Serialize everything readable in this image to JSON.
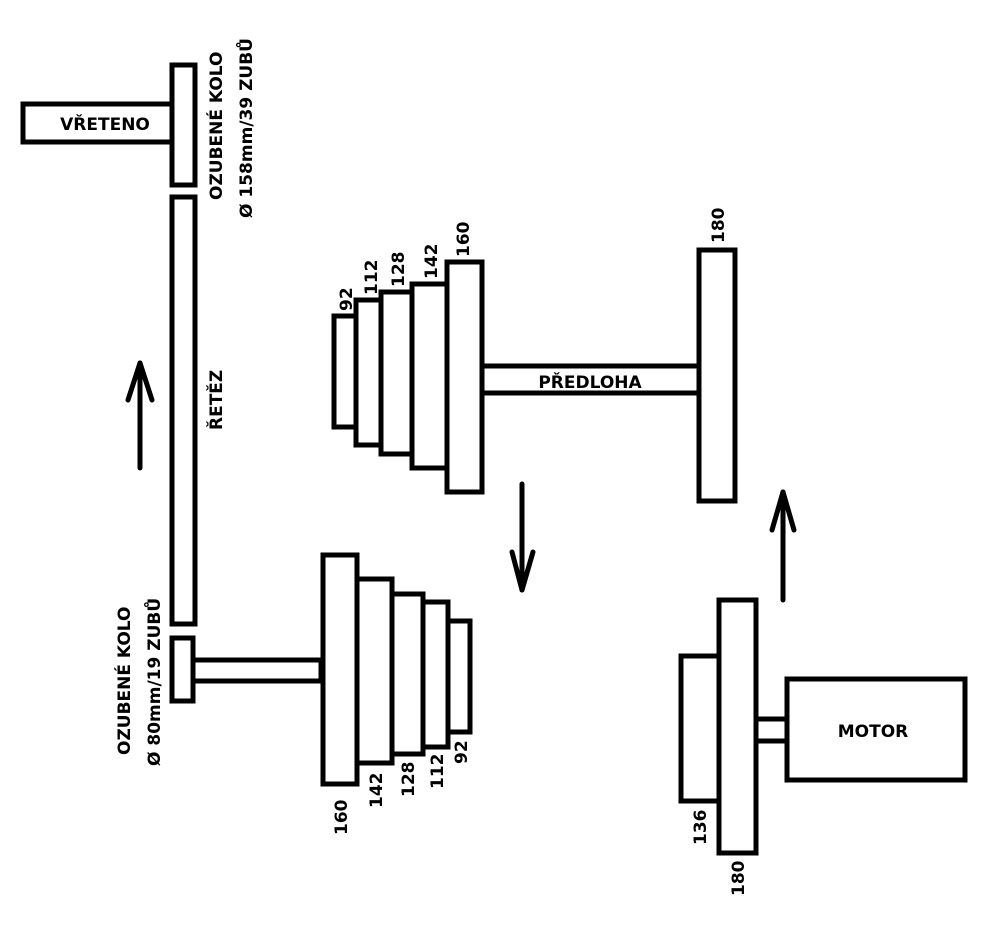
{
  "diagram": {
    "spindle": {
      "label": "VŘETENO",
      "gear_label_line1": "OZUBENÉ KOLO",
      "gear_label_line2": "Ø 158mm/39 ZUBŮ"
    },
    "chain": {
      "label": "ŘETĚZ",
      "direction": "up"
    },
    "lower_gear": {
      "label_line1": "OZUBENÉ KOLO",
      "label_line2": "Ø 80mm/19 ZUBŮ"
    },
    "countershaft": {
      "label": "PŘEDLOHA",
      "stepped_pulley_diameters": [
        "92",
        "112",
        "128",
        "142",
        "160"
      ],
      "large_pulley_diameter": "180"
    },
    "lower_stepped_pulley": {
      "diameters": [
        "160",
        "142",
        "128",
        "112",
        "92"
      ],
      "direction": "down"
    },
    "motor": {
      "label": "MOTOR",
      "pulley_diameters": [
        "136",
        "180"
      ],
      "direction": "up"
    }
  }
}
